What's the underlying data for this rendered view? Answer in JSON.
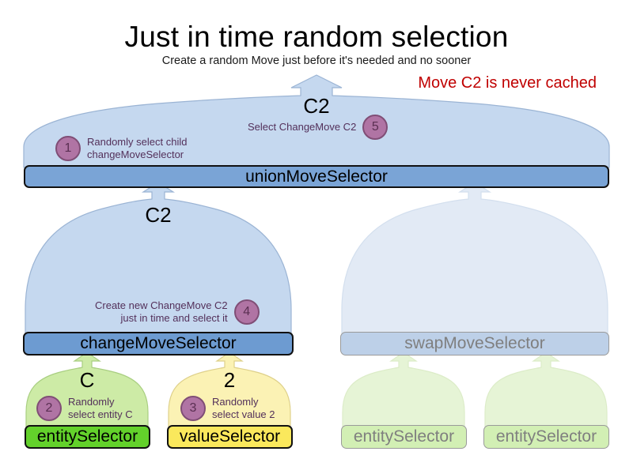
{
  "header": {
    "title": "Just in time random selection",
    "subtitle": "Create a random Move just before it's needed and no sooner",
    "note": "Move C2 is never cached",
    "note_color": "#c00000"
  },
  "selectors": {
    "union": "unionMoveSelector",
    "change": "changeMoveSelector",
    "swap": "swapMoveSelector",
    "entity": "entitySelector",
    "value": "valueSelector",
    "entity_faded_1": "entitySelector",
    "entity_faded_2": "entitySelector"
  },
  "flow_labels": {
    "top_c2": "C2",
    "change_c2": "C2",
    "entity_c": "C",
    "value_2": "2"
  },
  "steps": [
    {
      "number": "1",
      "text_line1": "Randomly select child",
      "text_line2": "changeMoveSelector"
    },
    {
      "number": "2",
      "text_line1": "Randomly",
      "text_line2": "select entity C"
    },
    {
      "number": "3",
      "text_line1": "Randomly",
      "text_line2": "select value 2"
    },
    {
      "number": "4",
      "text_line1": "Create new ChangeMove C2",
      "text_line2": "just in time and select it"
    },
    {
      "number": "5",
      "text_line1": "Select ChangeMove C2",
      "text_line2": ""
    }
  ],
  "colors": {
    "arrow_blue_fill": "#c5d8ef",
    "arrow_blue_stroke": "#9bb4d4",
    "arrow_blue_faded_fill": "#e2eaf5",
    "arrow_green_fill": "#cdeba6",
    "arrow_green_stroke": "#a8ce80",
    "arrow_green_faded_fill": "#e6f4d6",
    "arrow_yellow_fill": "#fbf2b4",
    "arrow_yellow_stroke": "#ded08a",
    "box_union": "#7aa4d6",
    "box_change": "#6d9bd1",
    "box_swap": "#bdd0e8",
    "box_entity": "#63d12b",
    "box_value": "#fae85c",
    "box_faded_green": "#d2efb4",
    "bubble": "#b074a4",
    "bubble_border": "#804e76",
    "step_text": "#53305a"
  }
}
